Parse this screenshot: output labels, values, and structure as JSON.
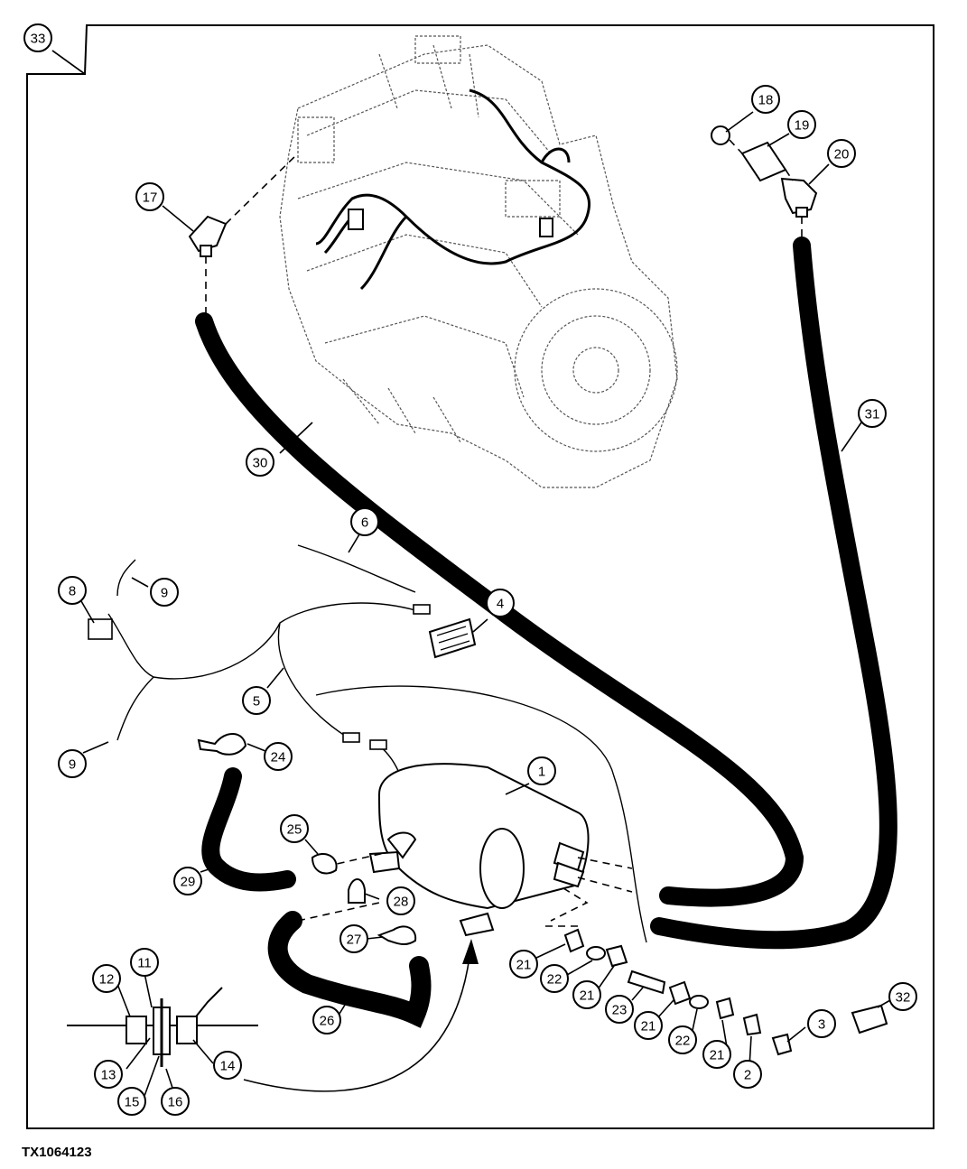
{
  "figure_id": "TX1064123",
  "callouts": [
    {
      "label": "33"
    },
    {
      "label": "18"
    },
    {
      "label": "19"
    },
    {
      "label": "20"
    },
    {
      "label": "17"
    },
    {
      "label": "30"
    },
    {
      "label": "31"
    },
    {
      "label": "6"
    },
    {
      "label": "8"
    },
    {
      "label": "9"
    },
    {
      "label": "4"
    },
    {
      "label": "5"
    },
    {
      "label": "9"
    },
    {
      "label": "24"
    },
    {
      "label": "1"
    },
    {
      "label": "25"
    },
    {
      "label": "29"
    },
    {
      "label": "28"
    },
    {
      "label": "27"
    },
    {
      "label": "21"
    },
    {
      "label": "22"
    },
    {
      "label": "21"
    },
    {
      "label": "23"
    },
    {
      "label": "21"
    },
    {
      "label": "22"
    },
    {
      "label": "21"
    },
    {
      "label": "3"
    },
    {
      "label": "2"
    },
    {
      "label": "26"
    },
    {
      "label": "32"
    },
    {
      "label": "11"
    },
    {
      "label": "12"
    },
    {
      "label": "13"
    },
    {
      "label": "15"
    },
    {
      "label": "16"
    },
    {
      "label": "14"
    }
  ]
}
